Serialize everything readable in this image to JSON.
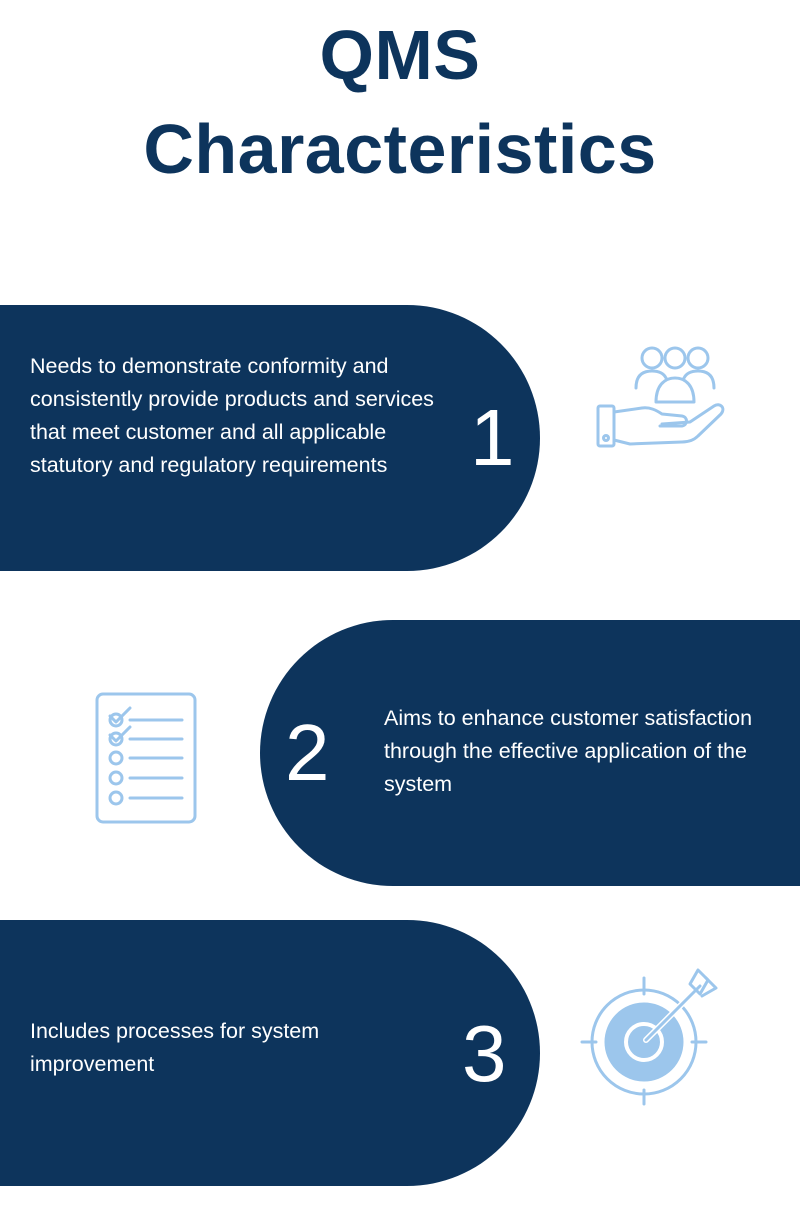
{
  "title": {
    "line1": "QMS",
    "line2": "Characteristics"
  },
  "items": [
    {
      "number": "1",
      "text": "Needs to demonstrate conformity and consistently provide products and services that meet customer and all applicable statutory and regulatory requirements",
      "icon": "hand-holding-people-icon"
    },
    {
      "number": "2",
      "text": "Aims to enhance customer satisfaction through the effective application of the system",
      "icon": "checklist-icon"
    },
    {
      "number": "3",
      "text": "Includes processes for system improvement",
      "icon": "target-arrow-icon"
    }
  ],
  "colors": {
    "primary": "#0d345c",
    "icon": "#9cc6ec",
    "background": "#ffffff"
  }
}
